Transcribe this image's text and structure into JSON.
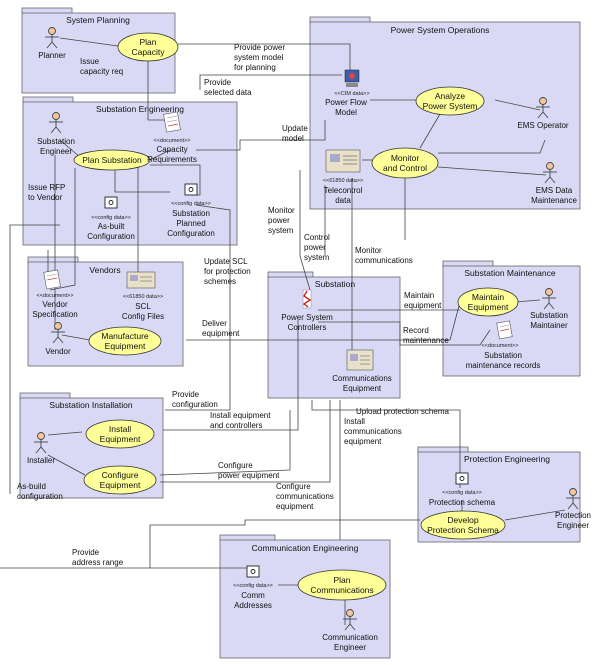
{
  "packages": {
    "system_planning": "System Planning",
    "pso": "Power System Operations",
    "substation_engineering": "Substation Engineering",
    "vendors": "Vendors",
    "substation": "Substation",
    "substation_maintenance": "Substation Maintenance",
    "substation_installation": "Substation Installation",
    "protection_engineering": "Protection Engineering",
    "communication_engineering": "Communication Engineering"
  },
  "actors": {
    "planner": "Planner",
    "ems_operator": "EMS Operator",
    "ems_data_maintenance": [
      "EMS Data",
      "Maintenance"
    ],
    "substation_engineer": [
      "Substation",
      "Engineer"
    ],
    "vendor": "Vendor",
    "substation_maintainer": [
      "Substation",
      "Maintainer"
    ],
    "installer": "Installer",
    "protection_engineer": [
      "Protection",
      "Engineer"
    ],
    "communication_engineer": [
      "Communication",
      "Engineer"
    ]
  },
  "use_cases": {
    "plan_capacity": [
      "Plan",
      "Capacity"
    ],
    "analyze_power_system": [
      "Analyze",
      "Power System"
    ],
    "monitor_and_control": [
      "Monitor",
      "and Control"
    ],
    "plan_substation": "Plan Substation",
    "manufacture_equipment": [
      "Manufacture",
      "Equipment"
    ],
    "maintain_equipment": [
      "Maintain",
      "Equipment"
    ],
    "install_equipment": [
      "Install",
      "Equipment"
    ],
    "configure_equipment": [
      "Configure",
      "Equipment"
    ],
    "develop_protection_schema": [
      "Develop",
      "Protection Schema"
    ],
    "plan_communications": [
      "Plan",
      "Communications"
    ]
  },
  "artifacts": {
    "power_flow_model": {
      "stereotype": "<<CIM data>>",
      "label": [
        "Power Flow",
        "Model"
      ]
    },
    "telecontrol_data": {
      "stereotype": "<<61850 data>>",
      "label": [
        "Telecontrol",
        "data"
      ]
    },
    "capacity_requirements": {
      "stereotype": "<<document>>",
      "label": [
        "Capacity",
        "Requirements"
      ]
    },
    "as_built_configuration": {
      "stereotype": "<<config data>>",
      "label": [
        "As-built",
        "Configuration"
      ]
    },
    "substation_planned_configuration": {
      "stereotype": "<<config data>>",
      "label": [
        "Substation",
        "Planned",
        "Configuration"
      ]
    },
    "vendor_specification": {
      "stereotype": "<<document>>",
      "label": [
        "Vendor",
        "Specification"
      ]
    },
    "scl_config_files": {
      "stereotype": "<<61850 data>>",
      "label": [
        "SCL",
        "Config Files"
      ]
    },
    "power_system_controllers": {
      "label": [
        "Power System",
        "Controllers"
      ]
    },
    "communications_equipment": {
      "label": [
        "Communications",
        "Equipment"
      ]
    },
    "substation_maintenance_records": {
      "stereotype": "<<document>>",
      "label": [
        "Substation",
        "maintenance records"
      ]
    },
    "protection_schema": {
      "stereotype": "<<config data>>",
      "label": [
        "Protection schema"
      ]
    },
    "comm_addresses": {
      "stereotype": "<<config data>>",
      "label": [
        "Comm",
        "Addresses"
      ]
    }
  },
  "flows": {
    "issue_capacity_req": [
      "Issue",
      "capacity req"
    ],
    "provide_power_system_model": [
      "Provide power",
      "system model",
      "for planning"
    ],
    "provide_selected_data": [
      "Provide",
      "selected data"
    ],
    "update_model": [
      "Update",
      "model"
    ],
    "issue_rfp": [
      "Issue RFP",
      "to Vendor"
    ],
    "monitor_power_system": [
      "Monitor",
      "power",
      "system"
    ],
    "control_power_system": [
      "Control",
      "power",
      "system"
    ],
    "monitor_communications": [
      "Monitor",
      "communications"
    ],
    "update_scl": [
      "Update SCL",
      "for protection",
      "schemes"
    ],
    "deliver_equipment": [
      "Deliver",
      "equipment"
    ],
    "maintain_equipment": [
      "Maintain",
      "equipment"
    ],
    "record_maintenance": [
      "Record",
      "maintenance"
    ],
    "provide_configuration": [
      "Provide",
      "configuration"
    ],
    "install_equipment_and_controllers": [
      "Install equipment",
      "and controllers"
    ],
    "upload_protection_schema": "Upload protection schema",
    "install_communications_equipment": [
      "Install",
      "communications",
      "equipment"
    ],
    "configure_power_equipment": [
      "Configure",
      "power equipment"
    ],
    "configure_communications_equipment": [
      "Configure",
      "communications",
      "equipment"
    ],
    "as_build_configuration": [
      "As-build",
      "configuration"
    ],
    "provide_address_range": [
      "Provide",
      "address range"
    ]
  }
}
